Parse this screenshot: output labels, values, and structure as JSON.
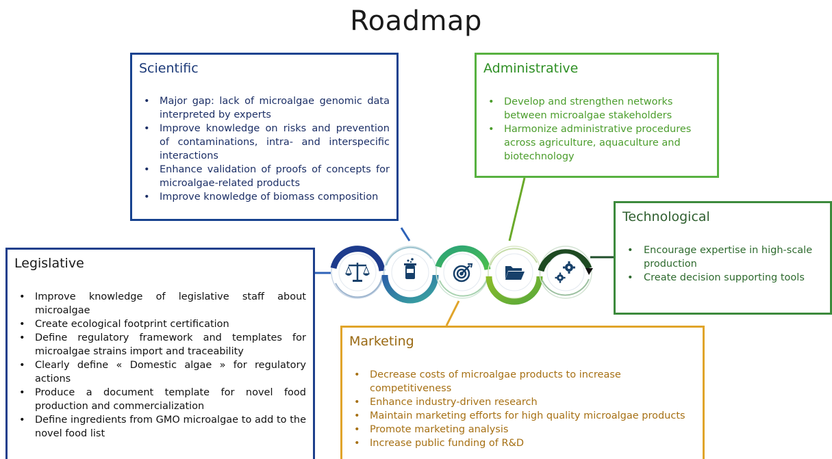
{
  "title": "Roadmap",
  "boxes": {
    "scientific": {
      "heading": "Scientific",
      "items": [
        "Major gap: lack of microalgae genomic data interpreted by experts",
        "Improve knowledge on risks and prevention of contaminations, intra- and interspecific interactions",
        "Enhance validation of proofs of concepts for microalgae-related products",
        "Improve knowledge of biomass composition"
      ]
    },
    "administrative": {
      "heading": "Administrative",
      "items": [
        "Develop and strengthen networks between microalgae stakeholders",
        "Harmonize administrative procedures across agriculture, aquaculture and biotechnology"
      ]
    },
    "technological": {
      "heading": "Technological",
      "items": [
        "Encourage expertise in high-scale production",
        "Create decision supporting tools"
      ]
    },
    "legislative": {
      "heading": "Legislative",
      "items": [
        "Improve knowledge of legislative staff about microalgae",
        "Create ecological footprint certification",
        "Define regulatory framework and templates for microalgae strains import and traceability",
        "Clearly define « Domestic algae » for regulatory actions",
        "Produce a document template for novel food production and commercialization",
        "Define ingredients from GMO microalgae to add to the novel food list"
      ]
    },
    "marketing": {
      "heading": "Marketing",
      "items": [
        "Decrease costs of microalgae products to increase competitiveness",
        "Enhance industry-driven research",
        "Maintain marketing efforts for high quality microalgae products",
        "Promote marketing analysis",
        "Increase public funding of R&D"
      ]
    }
  },
  "icons": [
    "scales-icon",
    "flask-icon",
    "target-icon",
    "folder-icon",
    "gears-icon"
  ],
  "colors": {
    "scientific": "#17428f",
    "administrative": "#57b140",
    "technological": "#3c8a3c",
    "legislative": "#1d3f8c",
    "marketing": "#e0a42a",
    "icon_fill": "#17406a"
  }
}
